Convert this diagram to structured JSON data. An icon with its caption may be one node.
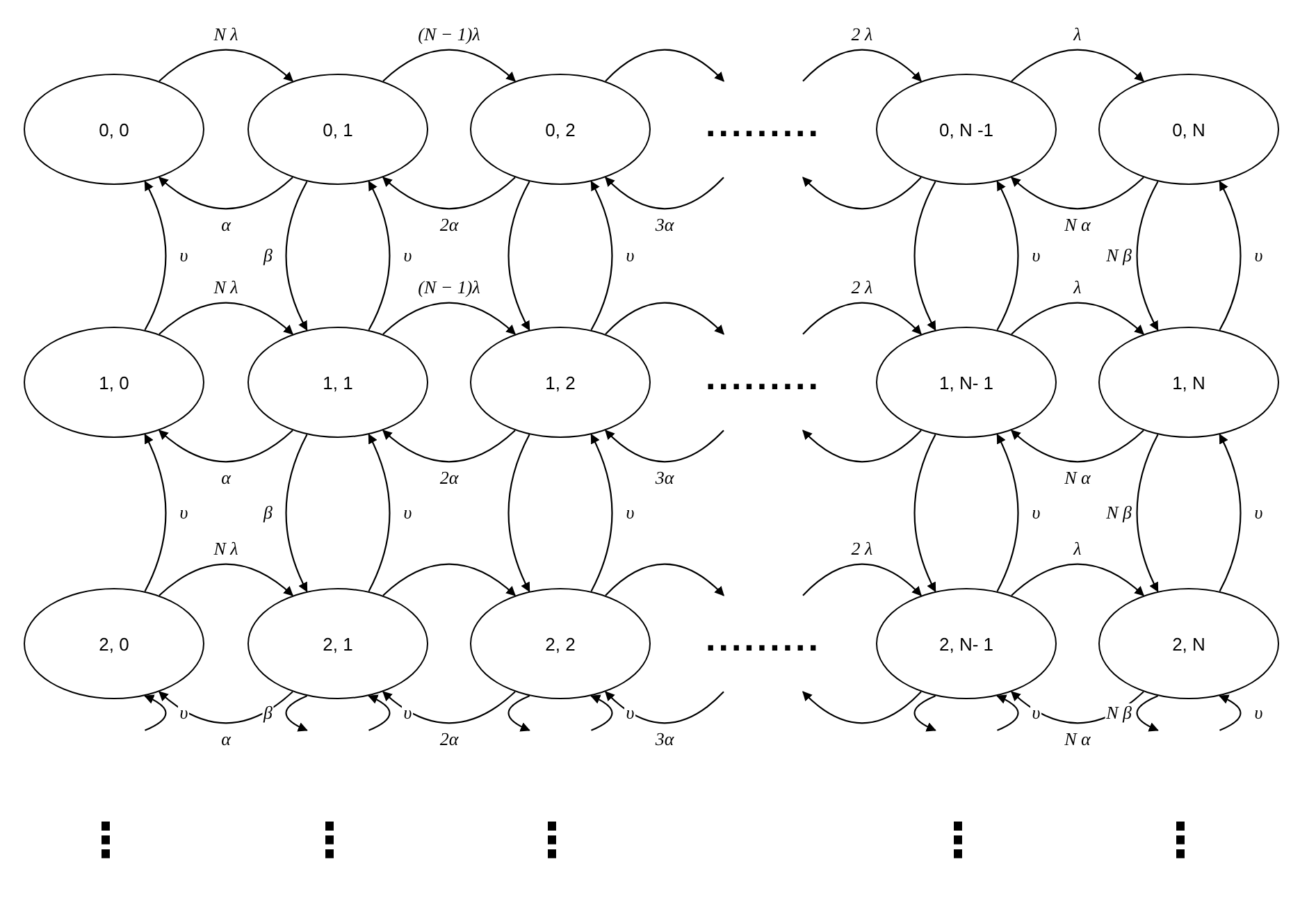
{
  "diagram": {
    "nodes": [
      {
        "text": [
          "0, 0"
        ]
      },
      {
        "text": [
          "0, 1"
        ]
      },
      {
        "text": [
          "0, 2"
        ]
      },
      {
        "text": [
          "0, N -1"
        ]
      },
      {
        "text": [
          "0, N"
        ]
      },
      {
        "text": [
          "1, 0"
        ]
      },
      {
        "text": [
          "1, 1"
        ]
      },
      {
        "text": [
          "1, 2"
        ]
      },
      {
        "text": [
          "1, N- 1"
        ]
      },
      {
        "text": [
          "1, N"
        ]
      },
      {
        "text": [
          "2, 0"
        ]
      },
      {
        "text": [
          "2, 1"
        ]
      },
      {
        "text": [
          "2, 2"
        ]
      },
      {
        "text": [
          "2, N- 1"
        ]
      },
      {
        "text": [
          "2, N"
        ]
      }
    ],
    "edges": [
      {
        "from": 0,
        "to": 1,
        "arrow": "to",
        "label": "N λ"
      },
      {
        "from": 1,
        "to": 0,
        "arrow": "to",
        "label": "α"
      },
      {
        "from": 1,
        "to": 2,
        "arrow": "to",
        "label": "(N − 1)λ"
      },
      {
        "from": 2,
        "to": 1,
        "arrow": "to",
        "label": "2α"
      },
      {
        "from": 2,
        "to": null,
        "arrow": "to"
      },
      {
        "from": null,
        "to": 2,
        "arrow": "to",
        "label": "3α"
      },
      {
        "from": null,
        "to": 3,
        "arrow": "to",
        "label": "2 λ"
      },
      {
        "from": 3,
        "to": null,
        "arrow": "to"
      },
      {
        "from": 3,
        "to": 4,
        "arrow": "to",
        "label": "λ"
      },
      {
        "from": 4,
        "to": 3,
        "arrow": "to",
        "label": "N α"
      },
      {
        "from": 5,
        "to": 0,
        "arrow": "to",
        "label": "υ"
      },
      {
        "from": 1,
        "to": 6,
        "arrow": "to",
        "label": "β"
      },
      {
        "from": 6,
        "to": 1,
        "arrow": "to",
        "label": "υ"
      },
      {
        "from": 2,
        "to": 7,
        "arrow": "to"
      },
      {
        "from": 7,
        "to": 2,
        "arrow": "to",
        "label": "υ"
      },
      {
        "from": 3,
        "to": 8,
        "arrow": "to"
      },
      {
        "from": 8,
        "to": 3,
        "arrow": "to",
        "label": "υ"
      },
      {
        "from": 4,
        "to": 9,
        "arrow": "to",
        "label": "N β"
      },
      {
        "from": 9,
        "to": 4,
        "arrow": "to",
        "label": "υ"
      },
      {
        "from": 5,
        "to": 6,
        "arrow": "to",
        "label": "N λ"
      },
      {
        "from": 6,
        "to": 5,
        "arrow": "to",
        "label": "α"
      },
      {
        "from": 6,
        "to": 7,
        "arrow": "to",
        "label": "(N − 1)λ"
      },
      {
        "from": 7,
        "to": 6,
        "arrow": "to",
        "label": "2α"
      },
      {
        "from": 7,
        "to": null,
        "arrow": "to"
      },
      {
        "from": null,
        "to": 7,
        "arrow": "to",
        "label": "3α"
      },
      {
        "from": null,
        "to": 8,
        "arrow": "to",
        "label": "2 λ"
      },
      {
        "from": 8,
        "to": null,
        "arrow": "to"
      },
      {
        "from": 8,
        "to": 9,
        "arrow": "to",
        "label": "λ"
      },
      {
        "from": 9,
        "to": 8,
        "arrow": "to",
        "label": "N α"
      },
      {
        "from": 10,
        "to": 5,
        "arrow": "to",
        "label": "υ"
      },
      {
        "from": 6,
        "to": 11,
        "arrow": "to",
        "label": "β"
      },
      {
        "from": 11,
        "to": 6,
        "arrow": "to",
        "label": "υ"
      },
      {
        "from": 7,
        "to": 12,
        "arrow": "to"
      },
      {
        "from": 12,
        "to": 7,
        "arrow": "to",
        "label": "υ"
      },
      {
        "from": 8,
        "to": 13,
        "arrow": "to"
      },
      {
        "from": 13,
        "to": 8,
        "arrow": "to",
        "label": "υ"
      },
      {
        "from": 9,
        "to": 14,
        "arrow": "to",
        "label": "N β"
      },
      {
        "from": 14,
        "to": 9,
        "arrow": "to",
        "label": "υ"
      },
      {
        "from": 10,
        "to": 11,
        "arrow": "to",
        "label": "N λ"
      },
      {
        "from": 11,
        "to": 10,
        "arrow": "to",
        "label": "α"
      },
      {
        "from": 11,
        "to": 12,
        "arrow": "to"
      },
      {
        "from": 12,
        "to": 11,
        "arrow": "to",
        "label": "2α"
      },
      {
        "from": 12,
        "to": null,
        "arrow": "to"
      },
      {
        "from": null,
        "to": 12,
        "arrow": "to",
        "label": "3α"
      },
      {
        "from": null,
        "to": 13,
        "arrow": "to",
        "label": "2 λ"
      },
      {
        "from": 13,
        "to": null,
        "arrow": "to"
      },
      {
        "from": 13,
        "to": 14,
        "arrow": "to",
        "label": "λ"
      },
      {
        "from": 14,
        "to": 13,
        "arrow": "to",
        "label": "N α"
      },
      {
        "from": null,
        "to": 10,
        "arrow": "to",
        "label": "υ"
      },
      {
        "from": 11,
        "to": null,
        "arrow": "to",
        "label": "β"
      },
      {
        "from": null,
        "to": 11,
        "arrow": "to",
        "label": "υ"
      },
      {
        "from": 12,
        "to": null,
        "arrow": "to"
      },
      {
        "from": null,
        "to": 12,
        "arrow": "to",
        "label": "υ"
      },
      {
        "from": 13,
        "to": null,
        "arrow": "to"
      },
      {
        "from": null,
        "to": 13,
        "arrow": "to",
        "label": "υ"
      },
      {
        "from": 14,
        "to": null,
        "arrow": "to",
        "label": "N β"
      },
      {
        "from": null,
        "to": 14,
        "arrow": "to",
        "label": "υ"
      }
    ],
    "labels": [
      ".........",
      ".........",
      ".........",
      "⋮",
      "⋮",
      "⋮",
      "⋮",
      "⋮"
    ]
  }
}
